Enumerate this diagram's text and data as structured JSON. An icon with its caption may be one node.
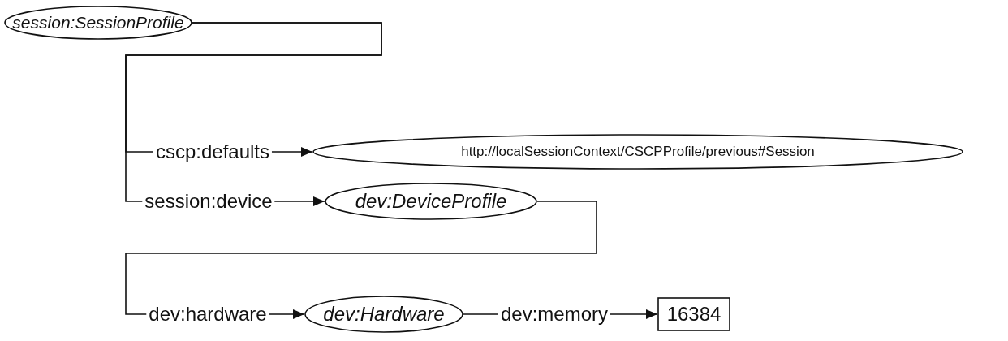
{
  "diagram": {
    "nodes": [
      {
        "text": [
          "session:SessionProfile"
        ]
      },
      {
        "text": [
          "http://localSessionContext/CSCPProfile/previous#Session"
        ]
      },
      {
        "text": [
          "dev:DeviceProfile"
        ]
      },
      {
        "text": [
          "dev:Hardware"
        ]
      },
      {
        "text": [
          "16384"
        ]
      }
    ],
    "edges": [
      {
        "from": 0,
        "to": 1,
        "arrow": "to",
        "label": "cscp:defaults"
      },
      {
        "from": 0,
        "to": 2,
        "arrow": "to",
        "label": "session:device"
      },
      {
        "from": 2,
        "to": 3,
        "arrow": "to",
        "label": "dev:hardware"
      },
      {
        "from": 3,
        "to": 4,
        "arrow": "to",
        "label": "dev:memory"
      }
    ]
  }
}
